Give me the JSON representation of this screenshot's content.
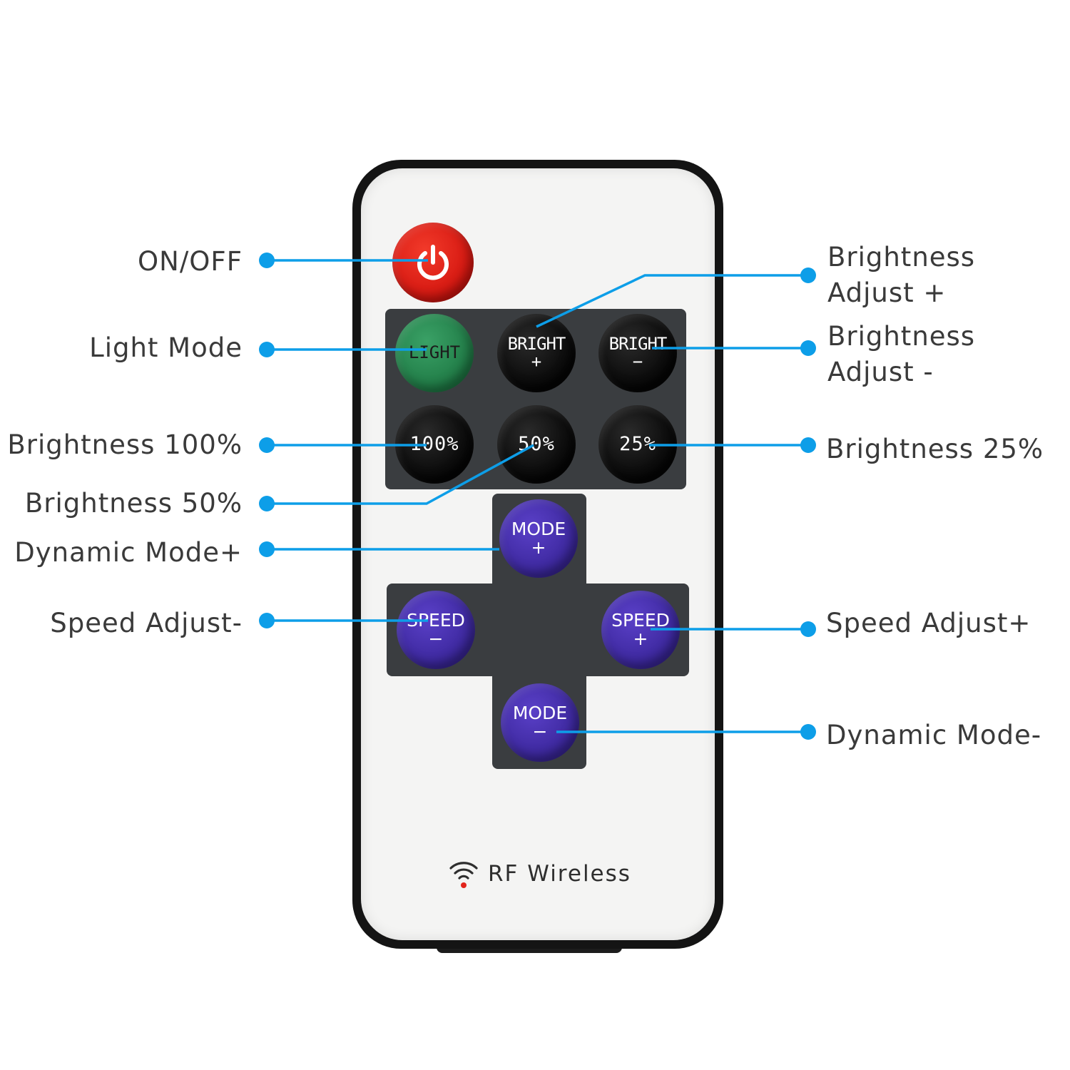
{
  "colors": {
    "callout": "#0d9ee8",
    "power_button": "#e2241c",
    "light_button": "#2a8c55",
    "mode_button": "#4731b0",
    "key_pad": "#3a3d40",
    "body": "#f4f4f3",
    "rf_dot": "#e2241c"
  },
  "remote": {
    "power_icon": "power-icon",
    "buttons": {
      "light": "LIGHT",
      "bright_up": {
        "line1": "BRIGHT",
        "line2": "+"
      },
      "bright_down": {
        "line1": "BRIGHT",
        "line2": "−"
      },
      "p100": "100%",
      "p50": "50%",
      "p25": "25%",
      "mode_up": {
        "line1": "MODE",
        "line2": "+"
      },
      "mode_down": {
        "line1": "MODE",
        "line2": "−"
      },
      "speed_down": {
        "line1": "SPEED",
        "line2": "−"
      },
      "speed_up": {
        "line1": "SPEED",
        "line2": "+"
      }
    },
    "rf_icon": "wifi-signal-icon",
    "rf_label": "RF Wireless"
  },
  "labels": {
    "on_off": "ON/OFF",
    "light_mode": "Light Mode",
    "brightness_100": "Brightness 100%",
    "brightness_50": "Brightness 50%",
    "dynamic_mode_plus": "Dynamic Mode+",
    "speed_adjust_minus": "Speed Adjust-",
    "brightness_adjust_plus": {
      "line1": "Brightness",
      "line2": "Adjust +"
    },
    "brightness_adjust_minus": {
      "line1": "Brightness",
      "line2": "Adjust -"
    },
    "brightness_25": "Brightness 25%",
    "speed_adjust_plus": "Speed Adjust+",
    "dynamic_mode_minus": "Dynamic Mode-"
  }
}
